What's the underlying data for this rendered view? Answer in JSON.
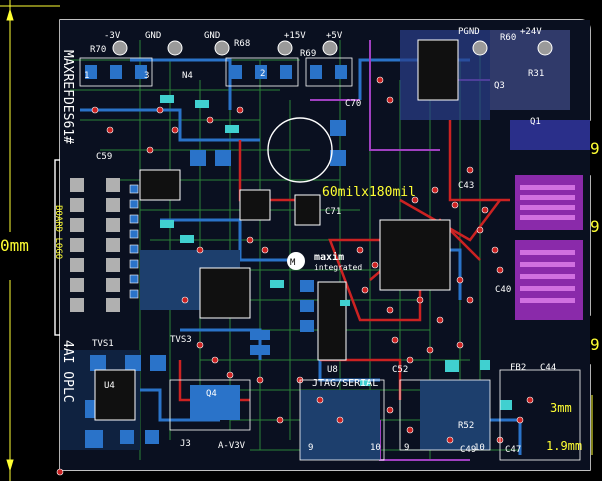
{
  "window": {
    "title": ""
  },
  "colors": {
    "background": "#000000",
    "board_outline": "#ffffff",
    "dimension": "#ffff33",
    "top_copper": "#2a73c9",
    "bottom_copper": "#cc2222",
    "silk": "#ffffff",
    "inner": "#44aa44",
    "magenta": "#a040c0",
    "pad": "#b0b0b0",
    "cyan": "#40d0d0"
  },
  "labels": {
    "maxrefdes": "MAXREFDES61#",
    "p_3v": "-3V",
    "gnd1": "GND",
    "gnd2": "GND",
    "p15v": "+15V",
    "p5v": "+5V",
    "pgnd": "PGND",
    "p24v": "+24V",
    "r70": "R70",
    "r68": "R68",
    "r69": "R69",
    "r60": "R60",
    "r31": "R31",
    "q1": "Q1",
    "q3": "Q3",
    "n4": "N4",
    "c59": "C59",
    "c70": "C70",
    "c71": "C71",
    "u8": "U8",
    "u4": "U4",
    "q4": "Q4",
    "c44": "C44",
    "fb2": "FB2",
    "c52": "C52",
    "c49": "C49",
    "c47": "C47",
    "r52": "R52",
    "c40": "C40",
    "c43": "C43",
    "j3": "J3",
    "n_1": "1",
    "n_2": "2",
    "n_3": "3",
    "n_9": "9",
    "n_10": "10",
    "n_9b": "9",
    "n_10b": "10",
    "width": "60milx180mil",
    "dim_vertical": "0mm",
    "jtag": "JTAG/SERIAL",
    "maxim1": "maxim",
    "maxim2": "integrated",
    "plc": "4AI OPLC",
    "board_logo": "BOARD LOGO",
    "dim_right1": "9",
    "dim_right2": "9",
    "dim_right3": "9",
    "dim_small1": "3mm",
    "dim_small2": "1.9mm",
    "av3v": "A-V3V",
    "tvs1": "TVS1",
    "tvs3": "TVS3"
  }
}
